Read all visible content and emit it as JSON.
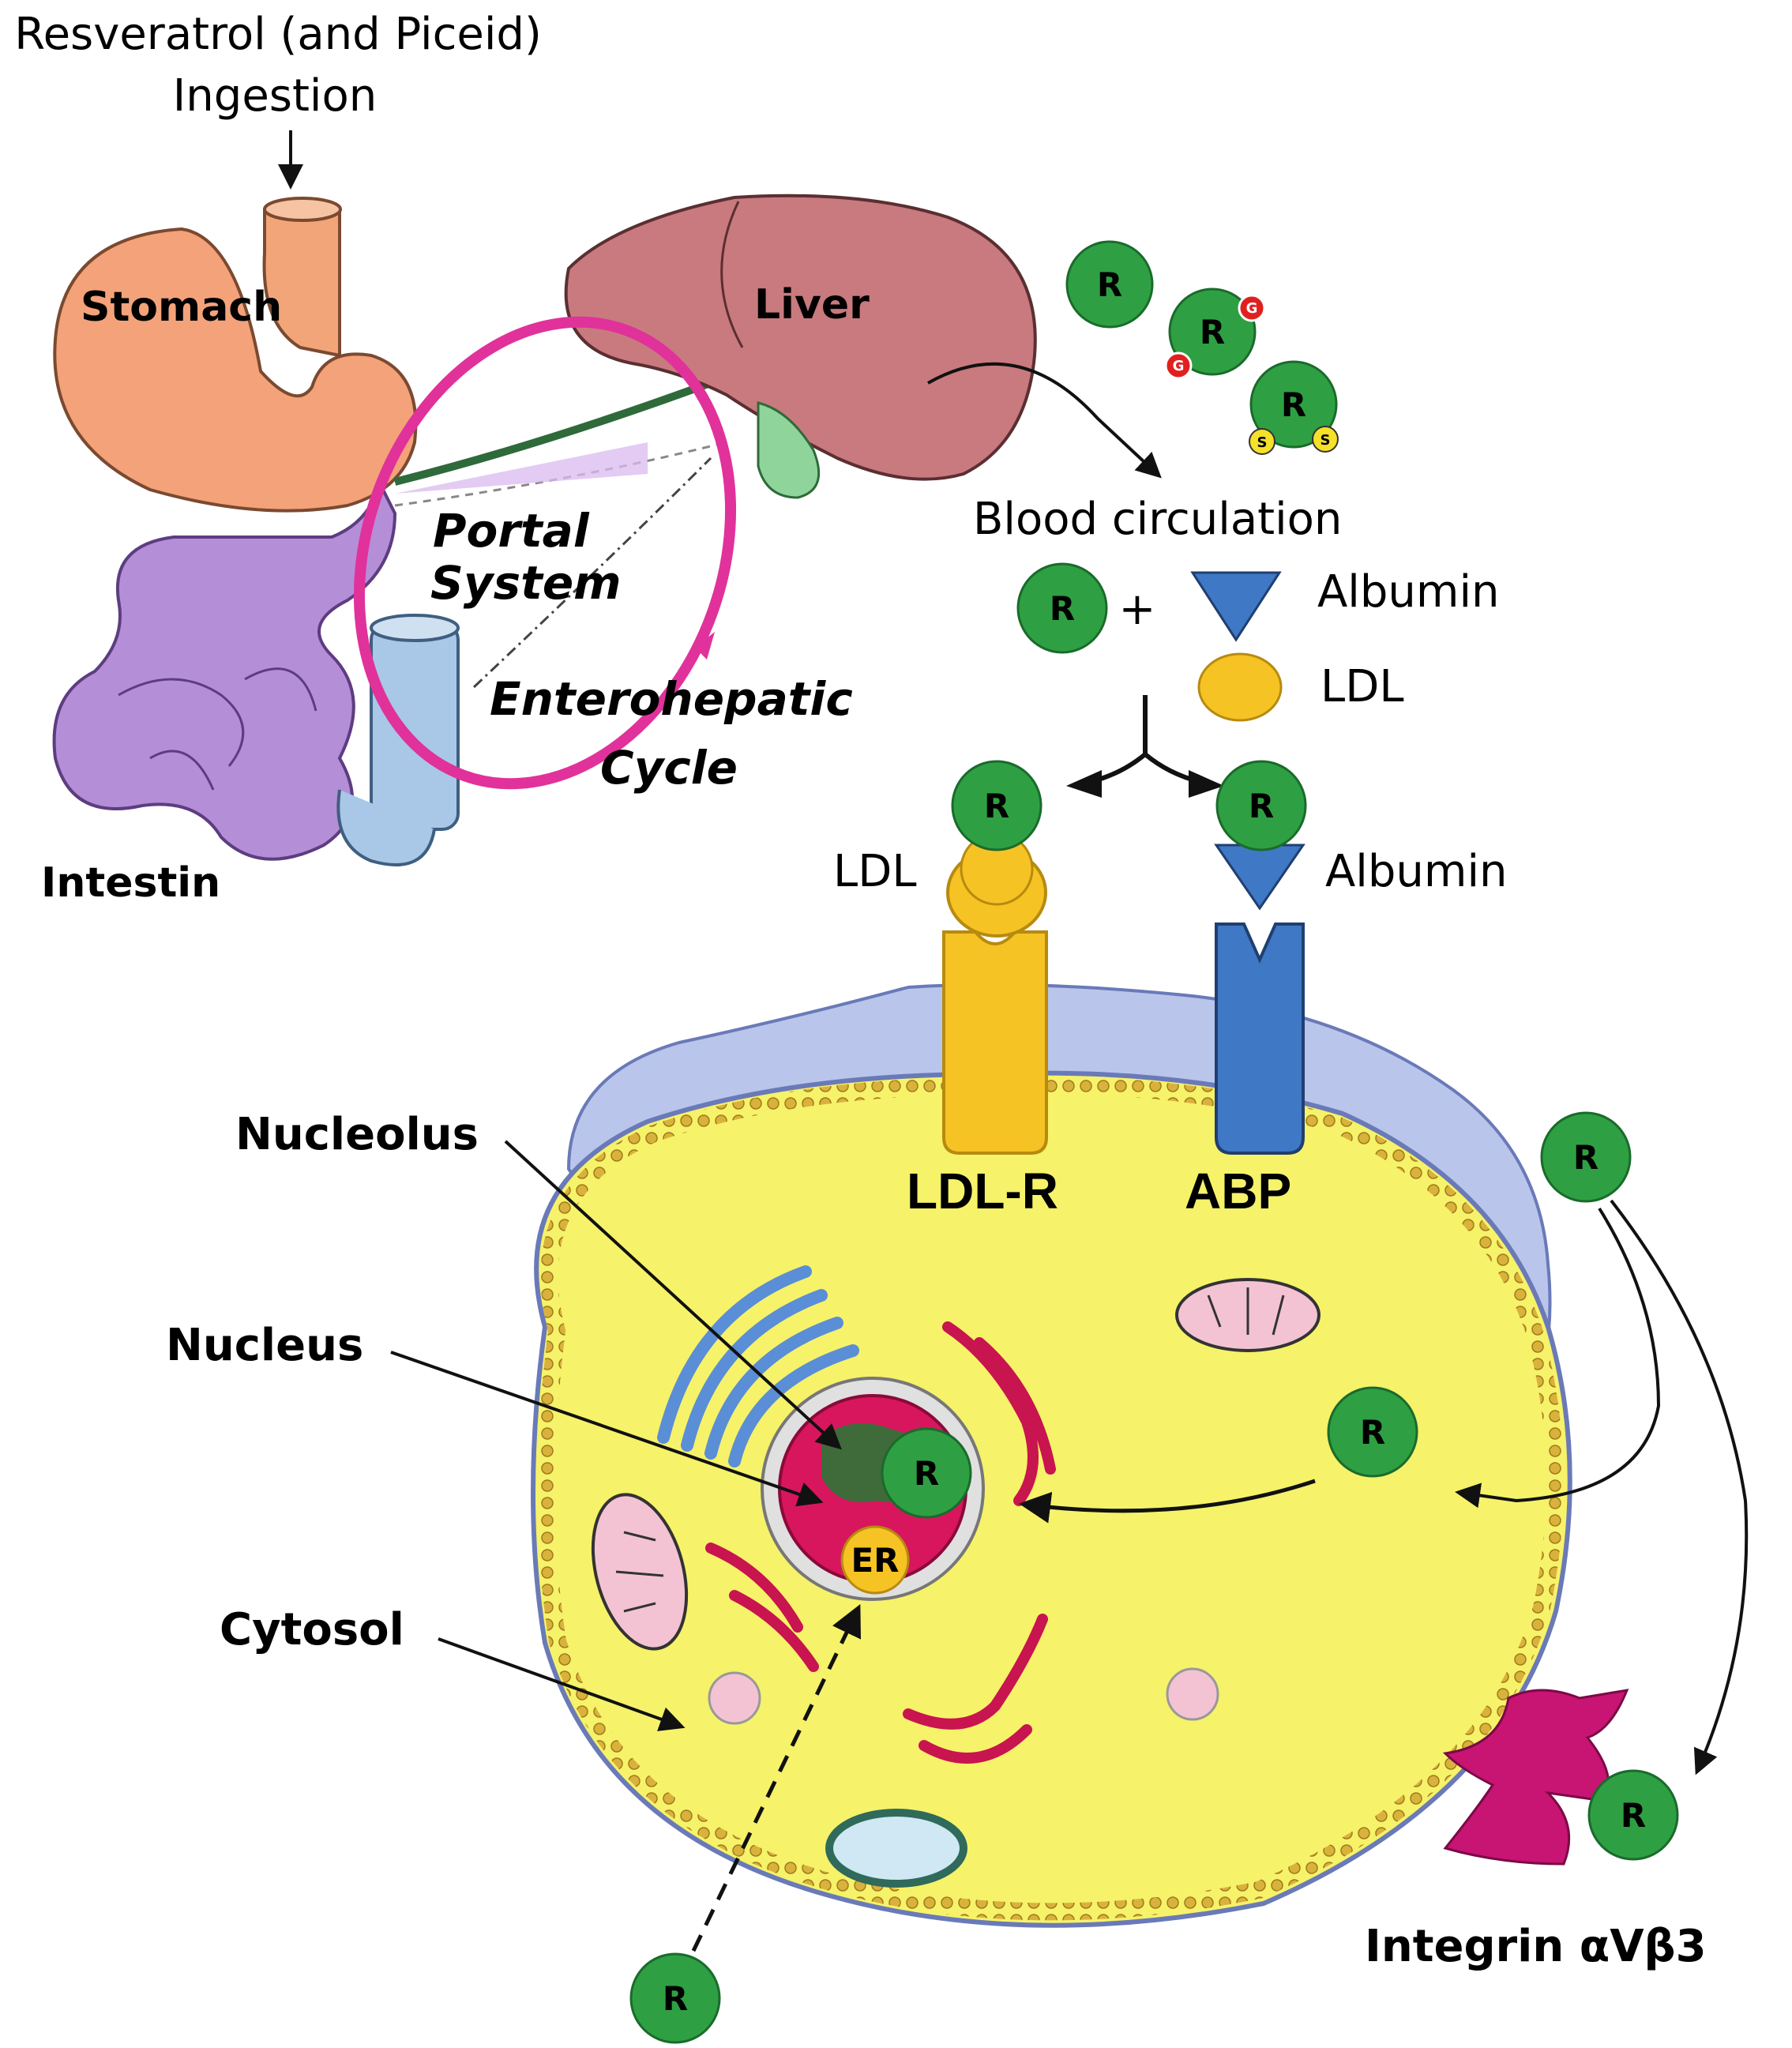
{
  "title": {
    "line1": "Resveratrol (and Piceid)",
    "line2": "Ingestion"
  },
  "organs": {
    "stomach": "Stomach",
    "liver": "Liver",
    "intestine": "Intestin",
    "portal_line1": "Portal",
    "portal_line2": "System",
    "entero_line1": "Enterohepatic",
    "entero_line2": "Cycle"
  },
  "circulation": {
    "blood": "Blood circulation",
    "plus": "+",
    "albumin": "Albumin",
    "ldl": "LDL"
  },
  "receptors": {
    "ldl_label": "LDL",
    "albumin_label": "Albumin",
    "ldl_r": "LDL-R",
    "abp": "ABP",
    "integrin": "Integrin αVβ3"
  },
  "cell": {
    "nucleolus": "Nucleolus",
    "nucleus": "Nucleus",
    "cytosol": "Cytosol",
    "er": "ER"
  },
  "molecule": {
    "r": "R",
    "g": "G",
    "s": "S"
  },
  "colors": {
    "resveratrol_green": "#2ea043",
    "glucuronide_red": "#e02020",
    "sulfate_yellow": "#f5e02a",
    "cycle_magenta": "#e0329a",
    "ldl_yellow": "#f6c324",
    "albumin_blue": "#3f78c4",
    "cytoplasm_yellow": "#f6f26a",
    "nucleus_red": "#d8165d",
    "integrin_magenta": "#c81473"
  }
}
